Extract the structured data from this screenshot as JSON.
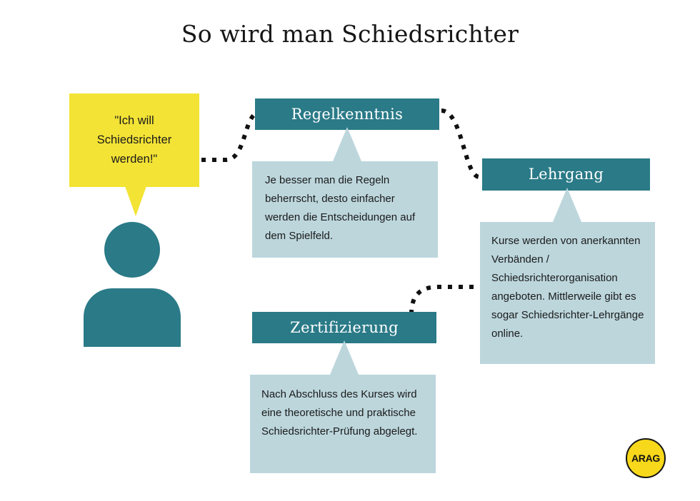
{
  "page": {
    "title": "So wird man Schiedsrichter",
    "background_color": "#FFFFFF"
  },
  "colors": {
    "teal": "#2A7A87",
    "light_blue": "#BCD6DC",
    "yellow": "#F3E335",
    "logo_yellow": "#F7D81B",
    "text_dark": "#1B1B1B",
    "connector": "#111111"
  },
  "speech_bubble": {
    "text": "\"Ich will Schiedsrichter werden!\"",
    "background_color": "#F3E335"
  },
  "person": {
    "icon_name": "person-silhouette",
    "color": "#2A7A87"
  },
  "steps": [
    {
      "id": "regelkenntnis",
      "header": "Regelkenntnis",
      "body": "Je besser man die Regeln beherrscht, desto einfacher werden die Entscheidungen auf dem Spielfeld."
    },
    {
      "id": "lehrgang",
      "header": "Lehrgang",
      "body": "Kurse werden von anerkannten Verbänden / Schiedsrichterorganisation angeboten. Mittlerweile gibt es sogar Schiedsrichter-Lehrgänge online."
    },
    {
      "id": "zertifizierung",
      "header": "Zertifizierung",
      "body": "Nach Abschluss des Kurses wird eine theoretische und praktische Schiedsrichter-Prüfung abgelegt."
    }
  ],
  "connectors": [
    {
      "from": "speech-bubble",
      "to": "regelkenntnis-header",
      "style": "dotted-s-curve"
    },
    {
      "from": "regelkenntnis-header",
      "to": "lehrgang-header",
      "style": "dotted-s-curve"
    },
    {
      "from": "zertifizierung-header",
      "to": "lehrgang-body",
      "style": "dotted-elbow"
    }
  ],
  "logo": {
    "text": "ARAG",
    "shape": "circle"
  }
}
